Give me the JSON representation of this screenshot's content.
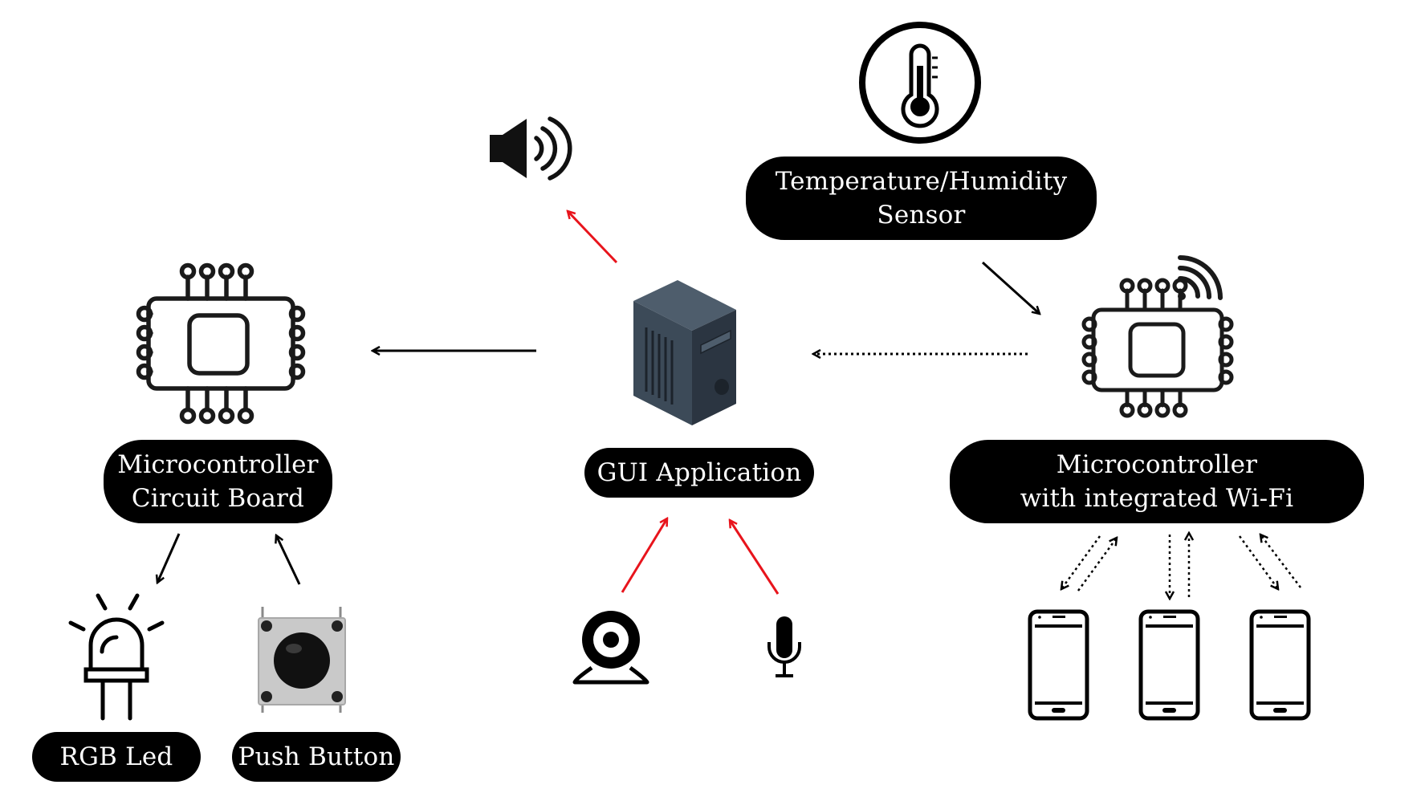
{
  "nodes": {
    "mcu_board": {
      "line1": "Microcontroller",
      "line2": "Circuit Board"
    },
    "gui_app": {
      "label": "GUI Application"
    },
    "mcu_wifi": {
      "line1": "Microcontroller",
      "line2": "with integrated Wi-Fi"
    },
    "sensor": {
      "line1": "Temperature/Humidity",
      "line2": "Sensor"
    },
    "rgb_led": {
      "label": "RGB Led"
    },
    "push_button": {
      "label": "Push Button"
    }
  },
  "icons": [
    "chip-icon",
    "chip-wifi-icon",
    "server-tower-icon",
    "speaker-icon",
    "thermometer-icon",
    "led-icon",
    "push-button-icon",
    "webcam-icon",
    "microphone-icon",
    "smartphone-icon"
  ],
  "colors": {
    "arrow_red": "#e8141c",
    "arrow_black": "#000000",
    "server_body": "#3c4a58",
    "button_base": "#c9c9c9"
  }
}
